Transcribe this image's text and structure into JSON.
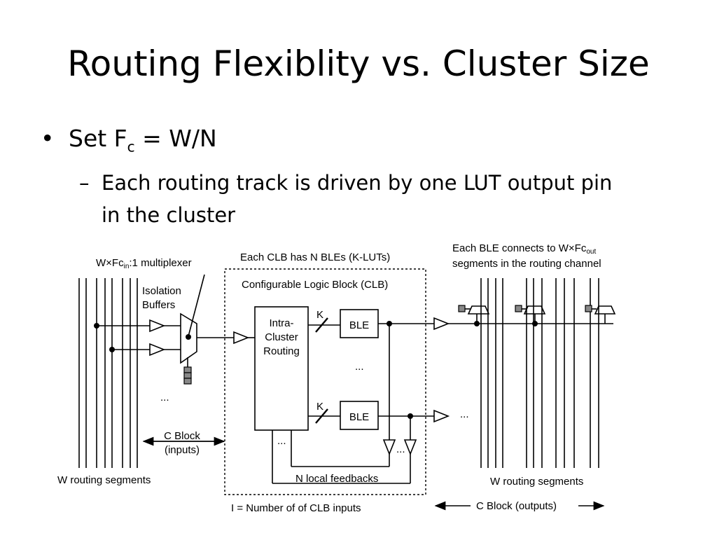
{
  "slide": {
    "title": "Routing Flexiblity vs. Cluster Size",
    "bullet1_prefix": "Set F",
    "bullet1_sub": "c",
    "bullet1_suffix": " = W/N",
    "bullet2_line1": "Each routing track is driven by one LUT output pin",
    "bullet2_line2": "in the cluster"
  },
  "diagram": {
    "mux_label_pre": "W×Fc",
    "mux_label_sub": "in",
    "mux_label_post": ":1 multiplexer",
    "clb_header": "Each CLB has N BLEs (K-LUTs)",
    "isolation_1": "Isolation",
    "isolation_2": "Buffers",
    "clb_title": "Configurable Logic Block (CLB)",
    "intra_1": "Intra-",
    "intra_2": "Cluster",
    "intra_3": "Routing",
    "k_label_top": "K",
    "k_label_bottom": "K",
    "ble_top": "BLE",
    "ble_bottom": "BLE",
    "dots_left": "...",
    "dots_mid": "...",
    "dots_clb_bottom": "...",
    "dots_feedback": "...",
    "dots_out": "...",
    "cblock_in_1": "C Block",
    "cblock_in_2": "(inputs)",
    "w_routing_left": "W routing segments",
    "local_feedbacks": "N local feedbacks",
    "i_inputs": "I = Number of  of CLB inputs",
    "ble_connects_pre": "Each BLE connects to W×Fc",
    "ble_connects_sub": "out",
    "ble_connects_2": "segments in the routing channel",
    "w_routing_right": "W routing segments",
    "cblock_out": "C Block (outputs)"
  }
}
